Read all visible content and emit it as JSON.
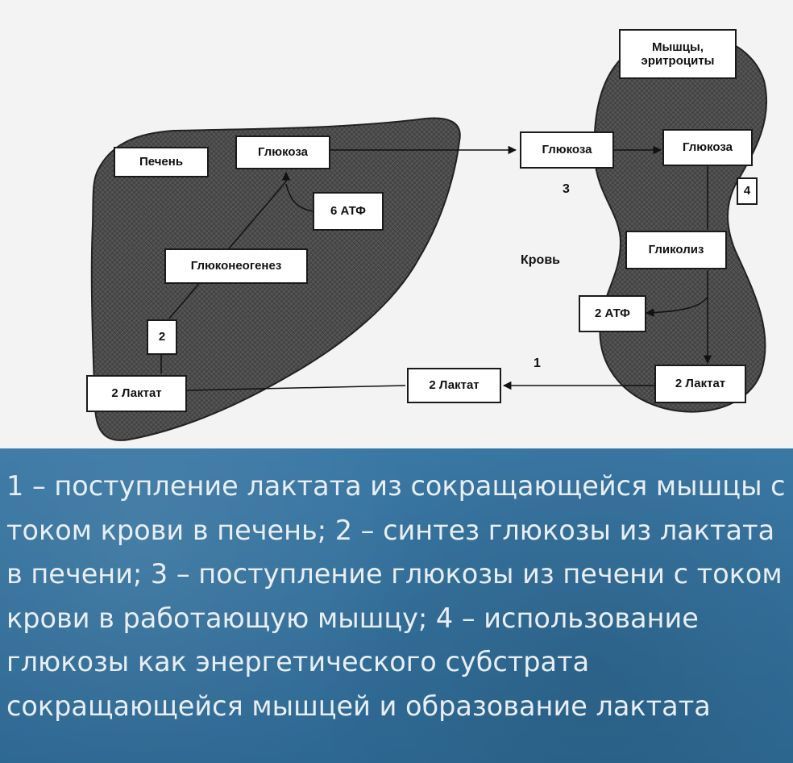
{
  "diagram": {
    "liver_label": "Печень",
    "liver_glucose": "Глюкоза",
    "atp_liver": "6 АТФ",
    "gluconeogenesis": "Глюконеогенез",
    "step2": "2",
    "liver_lactate": "2 Лактат",
    "blood_label": "Кровь",
    "blood_glucose": "Глюкоза",
    "blood_lactate": "2 Лактат",
    "step3": "3",
    "step1": "1",
    "muscle_label": "Мышцы, эритроциты",
    "muscle_glucose": "Глюкоза",
    "step4": "4",
    "glycolysis": "Гликолиз",
    "atp_muscle": "2 АТФ",
    "muscle_lactate": "2 Лактат"
  },
  "caption": {
    "text": "1 – поступление лактата из сокращающейся мышцы с током крови в печень; 2 – синтез глюкозы из лактата в печени; 3 – поступление глюкозы из печени с током крови в работающую мышцу; 4 – использование глюкозы как энергетического субстрата сокращающейся мышцей и образование лактата"
  },
  "colors": {
    "organ_fill": "#4a4a4a",
    "caption_bg": "#2e6a96",
    "caption_text": "#e8eef4"
  }
}
